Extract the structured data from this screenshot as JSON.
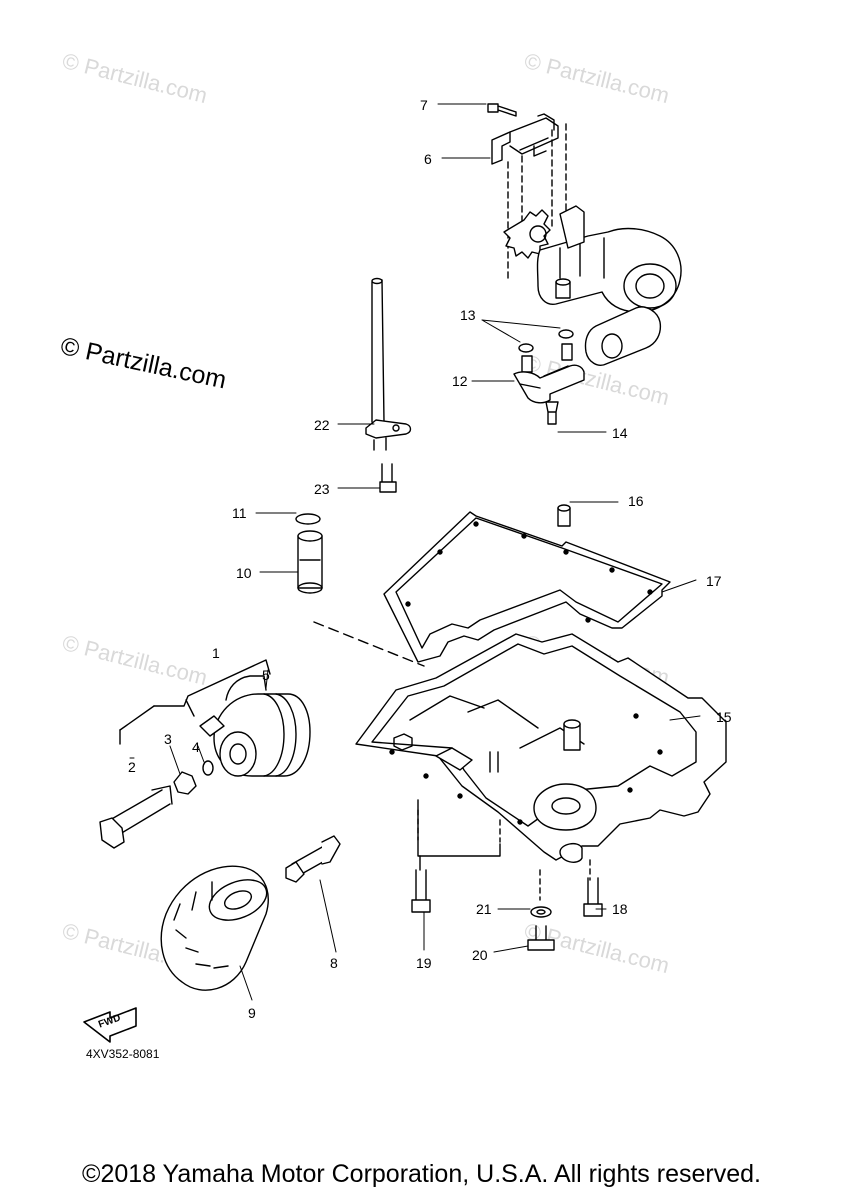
{
  "watermarks": {
    "small": "© Partzilla.com",
    "big": "© Partzilla.com"
  },
  "callouts": [
    "1",
    "2",
    "3",
    "4",
    "5",
    "6",
    "7",
    "8",
    "9",
    "10",
    "11",
    "12",
    "13",
    "14",
    "15",
    "16",
    "17",
    "18",
    "19",
    "20",
    "21",
    "22",
    "23"
  ],
  "fwd_label": "FWD",
  "part_code": "4XV352-8081",
  "copyright": "©2018 Yamaha Motor Corporation, U.S.A. All rights reserved.",
  "colors": {
    "ink": "#000000",
    "watermark": "#d9d9d9",
    "background": "#ffffff"
  }
}
